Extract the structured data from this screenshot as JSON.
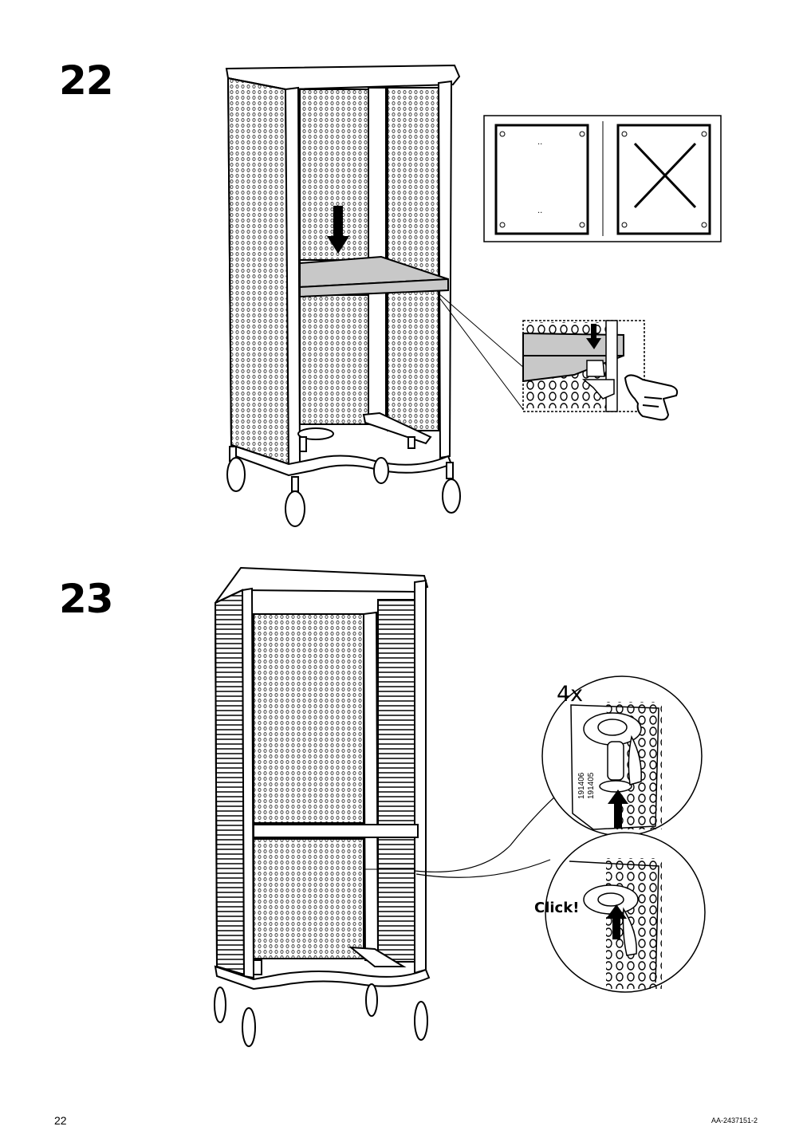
{
  "page": {
    "page_number": "22",
    "doc_id": "AA-2437151-2"
  },
  "steps": [
    {
      "number": "22"
    },
    {
      "number": "23",
      "quantity": "4x",
      "click_text": "Click!",
      "article_numbers": [
        "191406",
        "191405"
      ]
    }
  ],
  "colors": {
    "ink": "#000000",
    "shelf_fill": "#c8c8c8",
    "paper": "#ffffff"
  },
  "icons": [
    "arrow-down-icon",
    "arrow-up-icon",
    "hand-pointer-icon",
    "cross-icon",
    "perforated-panel"
  ]
}
